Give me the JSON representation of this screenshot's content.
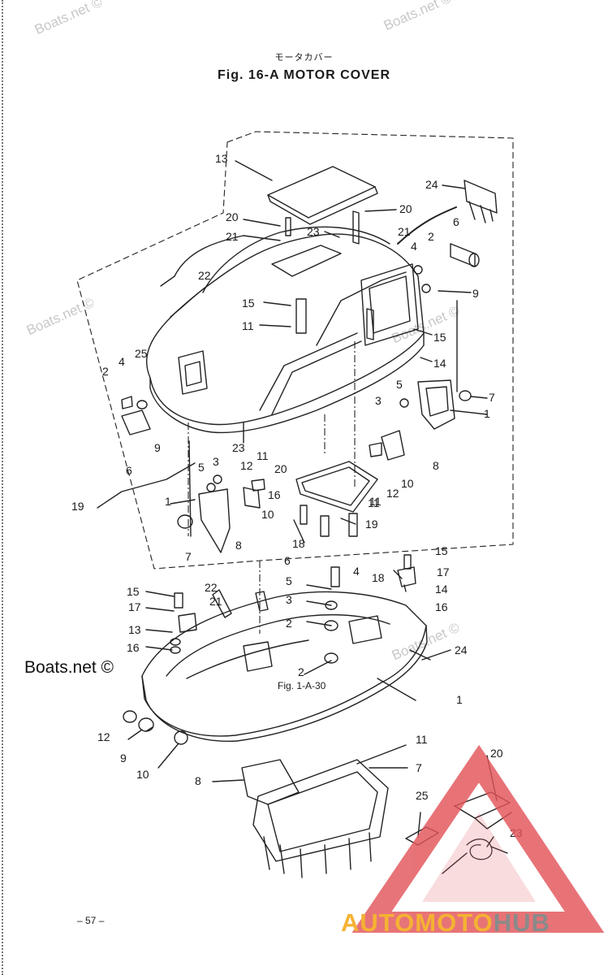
{
  "header": {
    "jp_title": "モータカバー",
    "fig_title": "Fig. 16-A   MOTOR COVER"
  },
  "watermark": {
    "text": "Boats.net ©",
    "brand_text": "Boats.net ©"
  },
  "footer": {
    "page_number": "– 57 –"
  },
  "logo": {
    "part_a": "AUTOMOTO",
    "part_b": "HUB",
    "accent_color": "#f5b233",
    "secondary_color": "#8a8a8a",
    "triangle_color": "#e2555a"
  },
  "diagram": {
    "callouts": [
      {
        "label": "13"
      },
      {
        "label": "24"
      },
      {
        "label": "20"
      },
      {
        "label": "20"
      },
      {
        "label": "23"
      },
      {
        "label": "21"
      },
      {
        "label": "21"
      },
      {
        "label": "6"
      },
      {
        "label": "4"
      },
      {
        "label": "2"
      },
      {
        "label": "22"
      },
      {
        "label": "9"
      },
      {
        "label": "15"
      },
      {
        "label": "11"
      },
      {
        "label": "15"
      },
      {
        "label": "14"
      },
      {
        "label": "4"
      },
      {
        "label": "25"
      },
      {
        "label": "2"
      },
      {
        "label": "5"
      },
      {
        "label": "3"
      },
      {
        "label": "7"
      },
      {
        "label": "1"
      },
      {
        "label": "9"
      },
      {
        "label": "6"
      },
      {
        "label": "23"
      },
      {
        "label": "8"
      },
      {
        "label": "11"
      },
      {
        "label": "10"
      },
      {
        "label": "12"
      },
      {
        "label": "5"
      },
      {
        "label": "3"
      },
      {
        "label": "12"
      },
      {
        "label": "11"
      },
      {
        "label": "20"
      },
      {
        "label": "16"
      },
      {
        "label": "10"
      },
      {
        "label": "11"
      },
      {
        "label": "19"
      },
      {
        "label": "1"
      },
      {
        "label": "18"
      },
      {
        "label": "19"
      },
      {
        "label": "7"
      },
      {
        "label": "8"
      },
      {
        "label": "15"
      },
      {
        "label": "6"
      },
      {
        "label": "4"
      },
      {
        "label": "17"
      },
      {
        "label": "5"
      },
      {
        "label": "18"
      },
      {
        "label": "14"
      },
      {
        "label": "15"
      },
      {
        "label": "22"
      },
      {
        "label": "3"
      },
      {
        "label": "16"
      },
      {
        "label": "17"
      },
      {
        "label": "21"
      },
      {
        "label": "13"
      },
      {
        "label": "2"
      },
      {
        "label": "16"
      },
      {
        "label": "24"
      },
      {
        "label": "2"
      },
      {
        "label": "1"
      },
      {
        "label": "12"
      },
      {
        "label": "9"
      },
      {
        "label": "10"
      },
      {
        "label": "8"
      },
      {
        "label": "11"
      },
      {
        "label": "7"
      },
      {
        "label": "20"
      },
      {
        "label": "25"
      },
      {
        "label": "23"
      }
    ],
    "reference_note": "Fig. 1-A-30"
  }
}
